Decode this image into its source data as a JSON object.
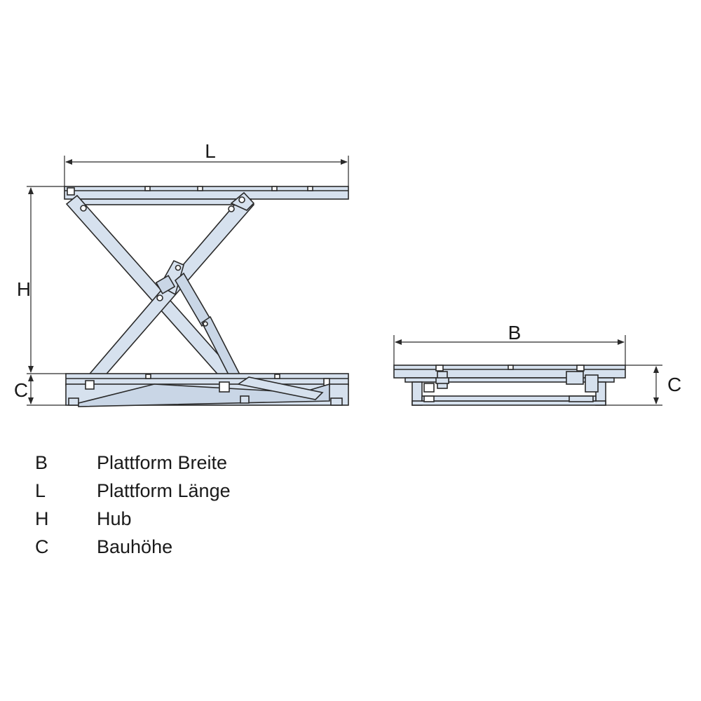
{
  "dimensions": {
    "L": "L",
    "H": "H",
    "C_side": "C",
    "B": "B",
    "C_front": "C"
  },
  "legend": [
    {
      "key": "B",
      "desc": "Plattform Breite"
    },
    {
      "key": "L",
      "desc": "Plattform Länge"
    },
    {
      "key": "H",
      "desc": "Hub"
    },
    {
      "key": "C",
      "desc": "Bauhöhe"
    }
  ],
  "colors": {
    "fill": "#d6e1ee",
    "stroke": "#2a2a2a",
    "hydraulic": "#c9d6e6"
  }
}
